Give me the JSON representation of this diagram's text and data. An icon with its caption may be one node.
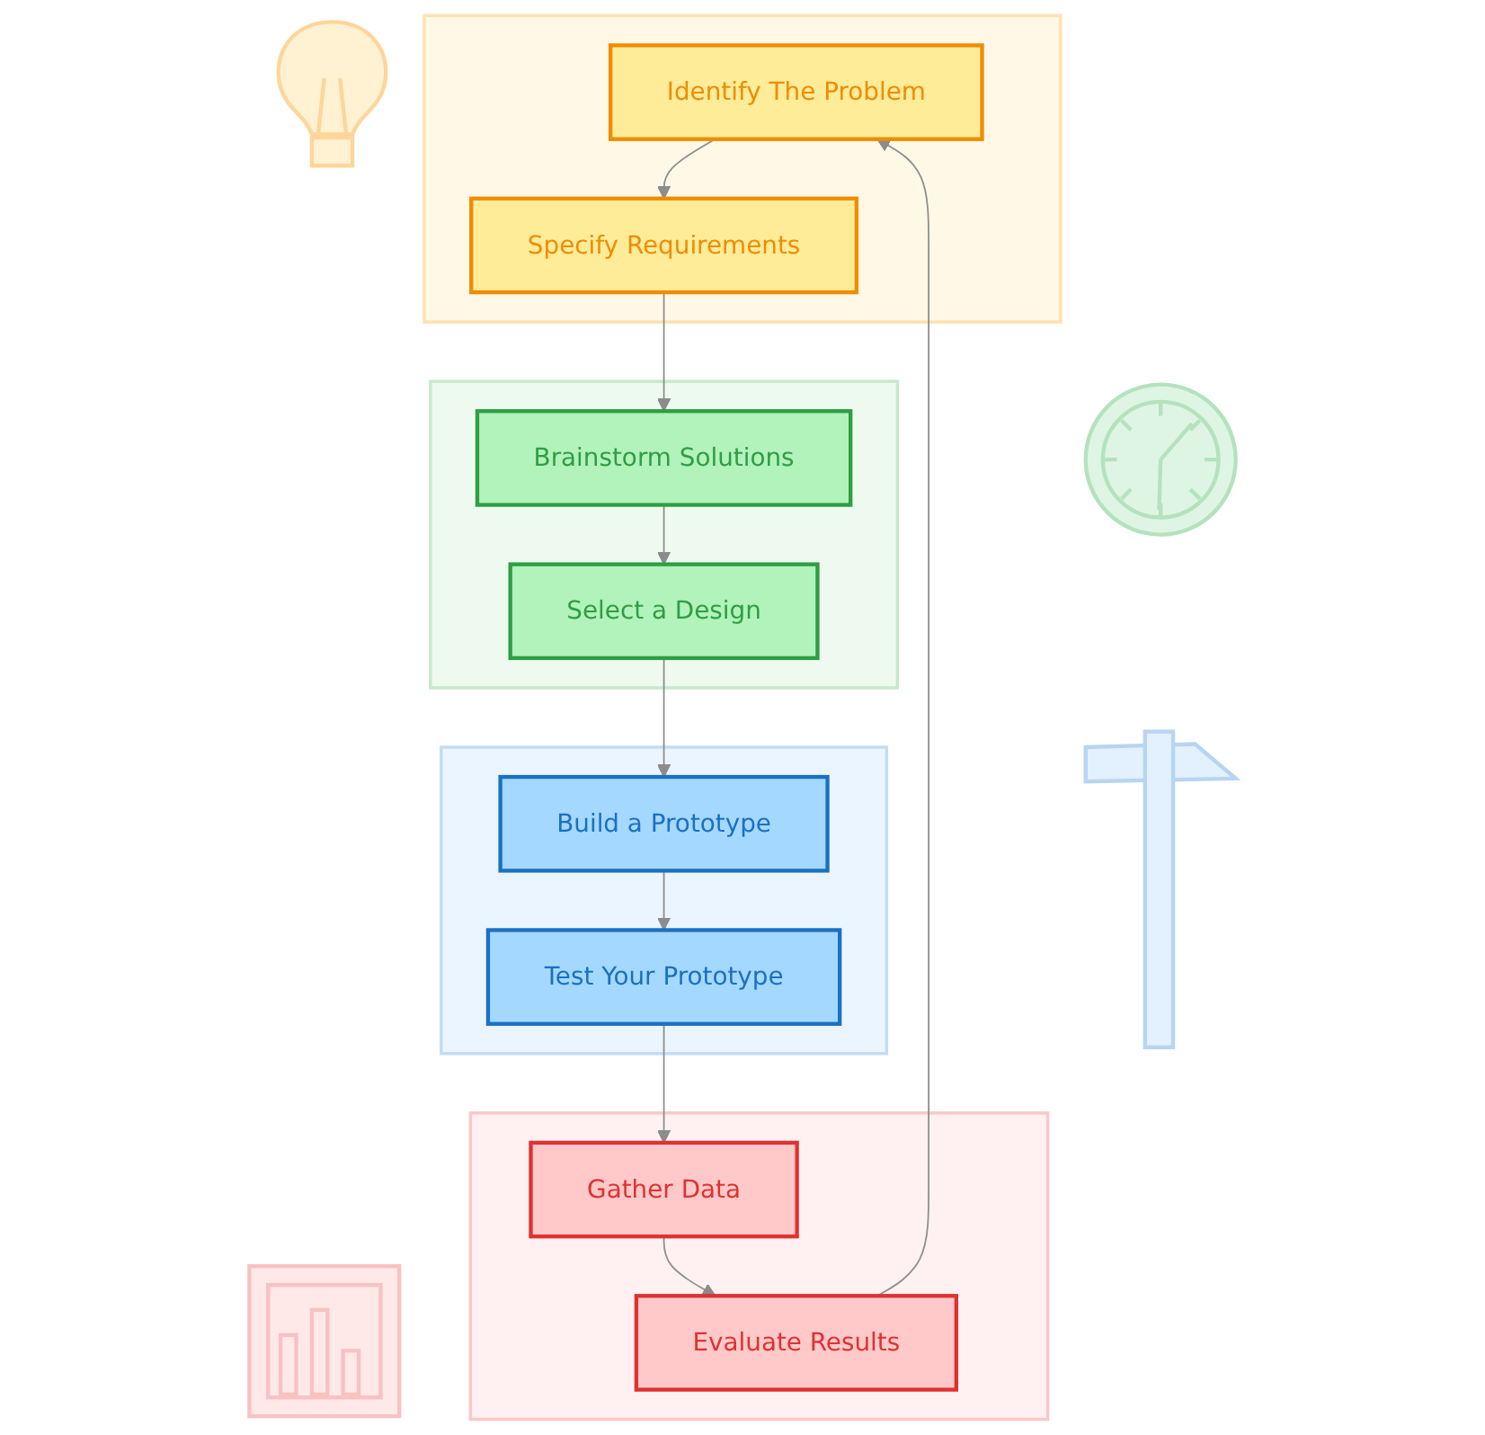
{
  "diagram": {
    "nodes": [
      {
        "text": [],
        "shape": "box"
      },
      {
        "text": [
          "Identify The Problem"
        ],
        "in": 0
      },
      {
        "text": [
          "Specify Requirements"
        ],
        "in": 0
      },
      {
        "text": [],
        "shape": "box"
      },
      {
        "text": [
          "Brainstorm Solutions"
        ],
        "in": 3
      },
      {
        "text": [
          "Select a Design"
        ],
        "in": 3
      },
      {
        "text": [],
        "shape": "box"
      },
      {
        "text": [
          "Build a Prototype"
        ],
        "in": 6
      },
      {
        "text": [
          "Test Your Prototype"
        ],
        "in": 6
      },
      {
        "text": [],
        "shape": "box"
      },
      {
        "text": [
          "Gather Data"
        ],
        "in": 9
      },
      {
        "text": [
          "Evaluate Results"
        ],
        "in": 9
      }
    ],
    "edges": [
      {
        "from": 1,
        "to": 2,
        "arrow": "to"
      },
      {
        "from": 2,
        "to": 4,
        "arrow": "to"
      },
      {
        "from": 4,
        "to": 5,
        "arrow": "to"
      },
      {
        "from": 5,
        "to": 7,
        "arrow": "to"
      },
      {
        "from": 7,
        "to": 8,
        "arrow": "to"
      },
      {
        "from": 8,
        "to": 10,
        "arrow": "to"
      },
      {
        "from": 10,
        "to": 11,
        "arrow": "to"
      },
      {
        "from": 11,
        "to": 1,
        "arrow": "to"
      }
    ]
  }
}
